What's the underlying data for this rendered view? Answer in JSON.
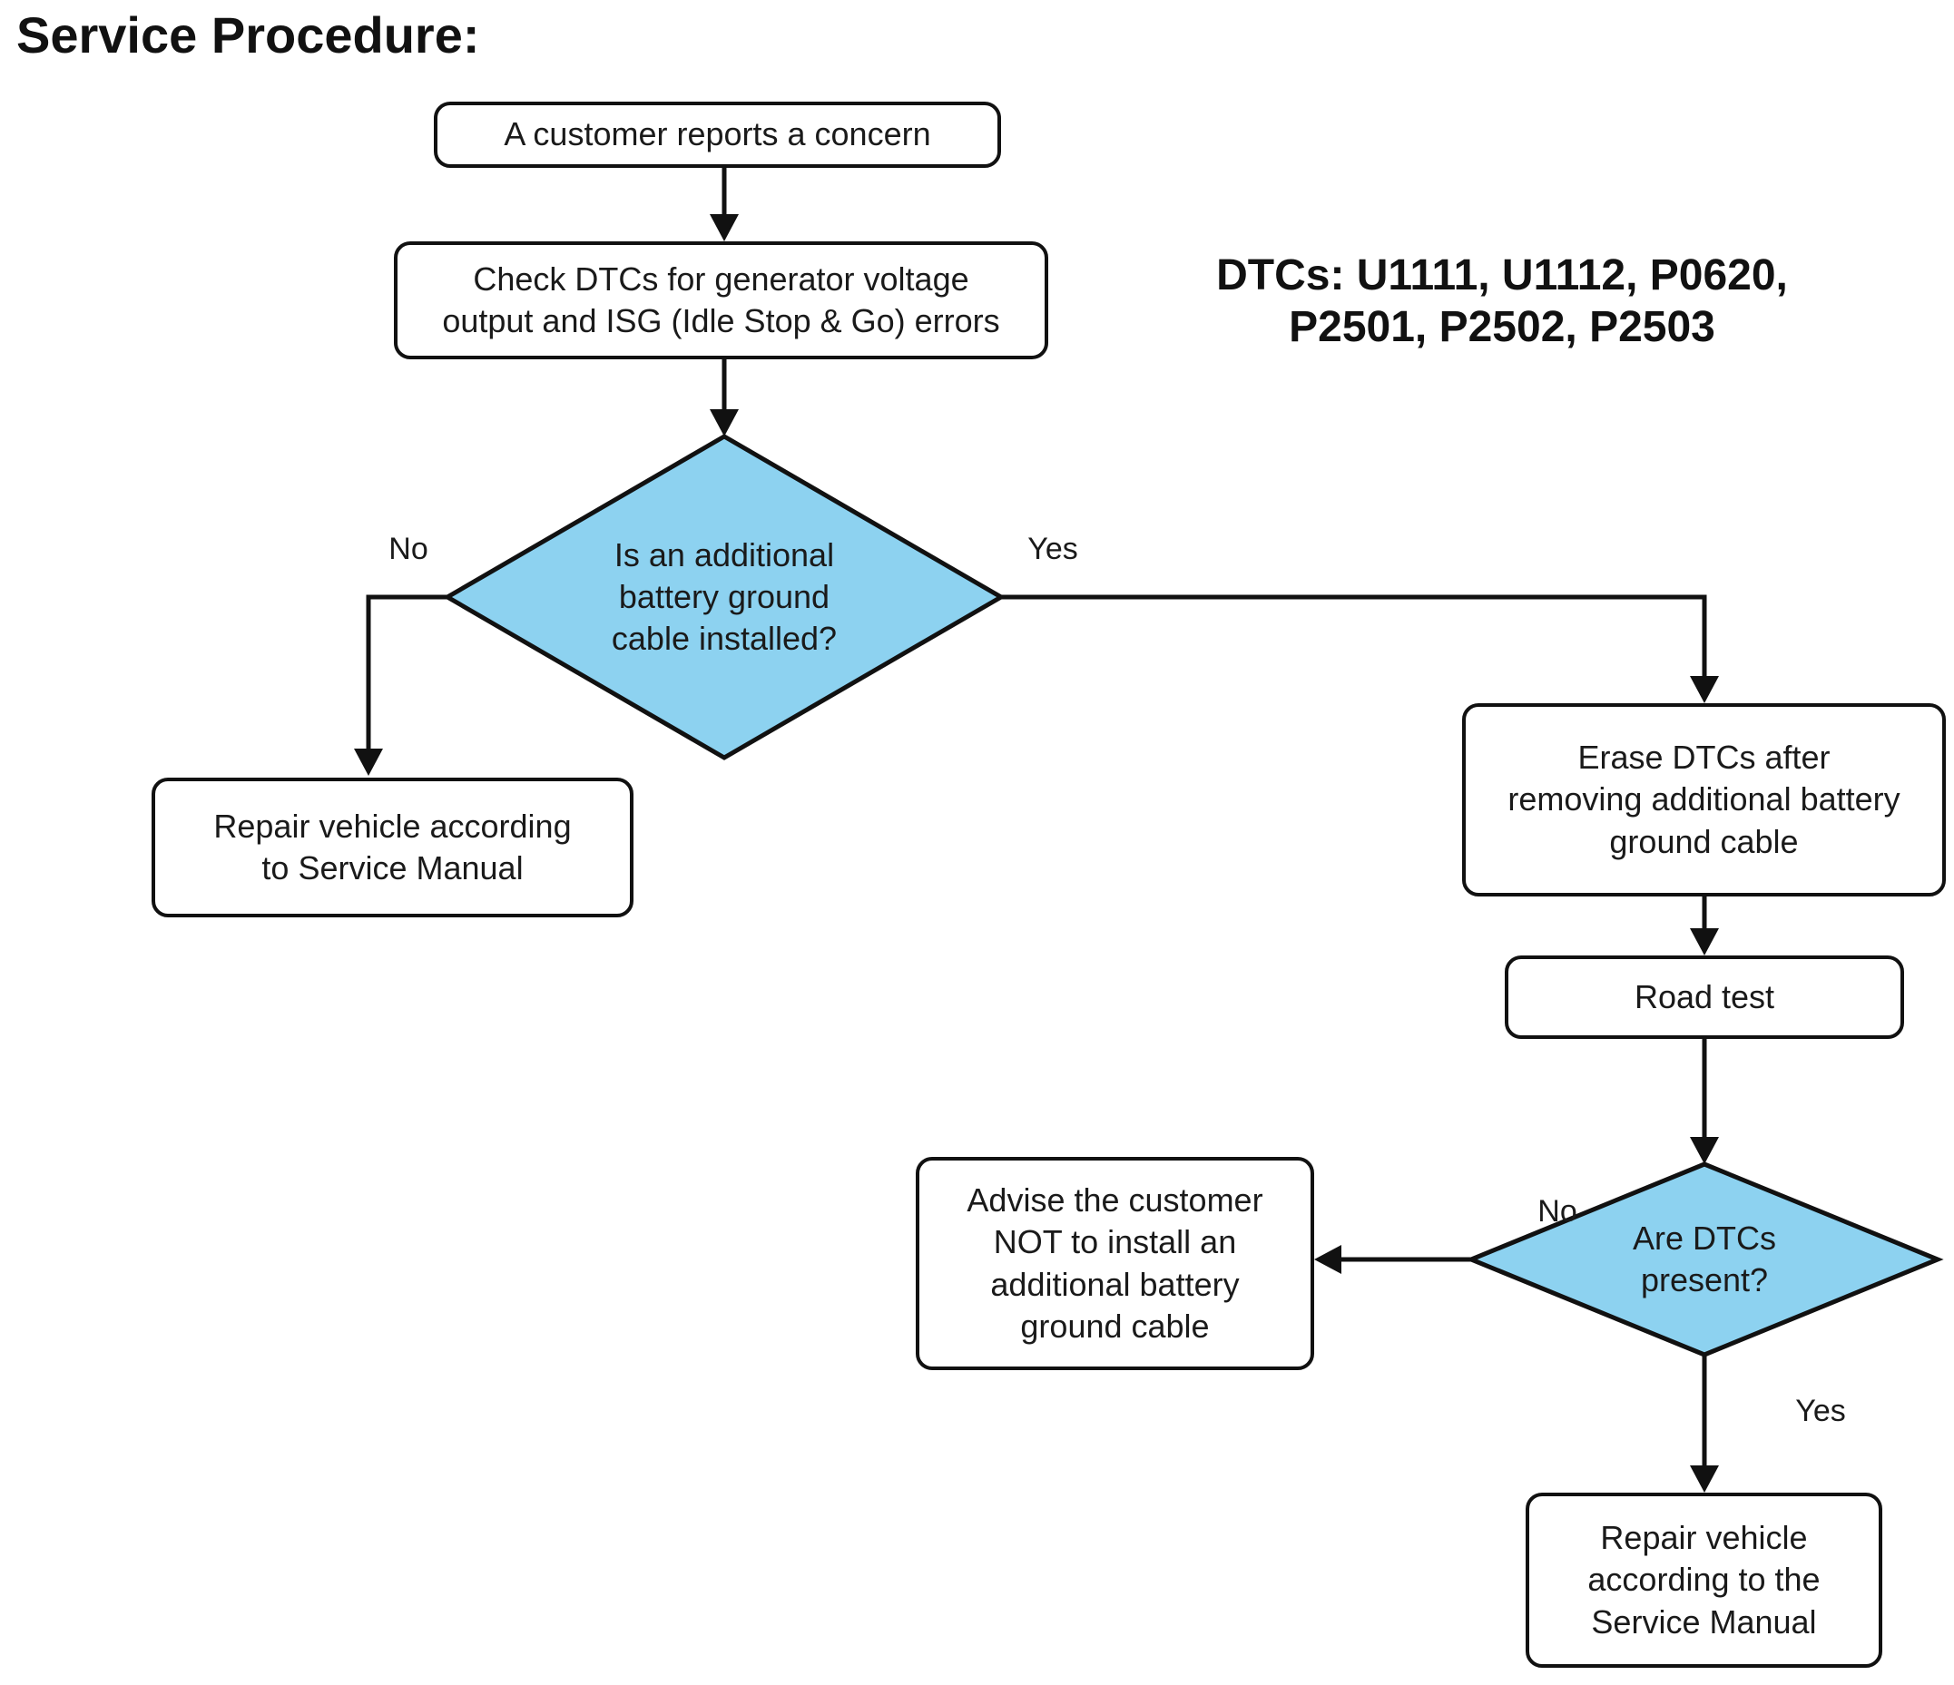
{
  "title": "Service Procedure:",
  "note": {
    "text": "DTCs: U1111, U1112, P0620,\nP2501, P2502, P2503"
  },
  "colors": {
    "decision_fill": "#8DD2F0",
    "line": "#111111",
    "box_fill": "#ffffff",
    "background": "#ffffff",
    "text": "#1a1a1a"
  },
  "nodes": {
    "start": {
      "type": "process",
      "label": "A customer reports a concern"
    },
    "check_dtcs": {
      "type": "process",
      "label": "Check DTCs for generator voltage\noutput and ISG (Idle Stop & Go) errors"
    },
    "decision_cable": {
      "type": "decision",
      "label": "Is an additional\nbattery ground\ncable installed?"
    },
    "repair_left": {
      "type": "process",
      "label": "Repair vehicle according\nto Service Manual"
    },
    "erase_dtcs": {
      "type": "process",
      "label": "Erase DTCs after\nremoving additional battery\nground cable"
    },
    "road_test": {
      "type": "process",
      "label": "Road test"
    },
    "decision_dtcs": {
      "type": "decision",
      "label": "Are DTCs\npresent?"
    },
    "advise_customer": {
      "type": "process",
      "label": "Advise the customer\nNOT to install an\nadditional battery\nground cable"
    },
    "repair_right": {
      "type": "process",
      "label": "Repair vehicle\naccording to the\nService Manual"
    }
  },
  "edge_labels": {
    "cable_no": "No",
    "cable_yes": "Yes",
    "dtcs_no": "No",
    "dtcs_yes": "Yes"
  }
}
